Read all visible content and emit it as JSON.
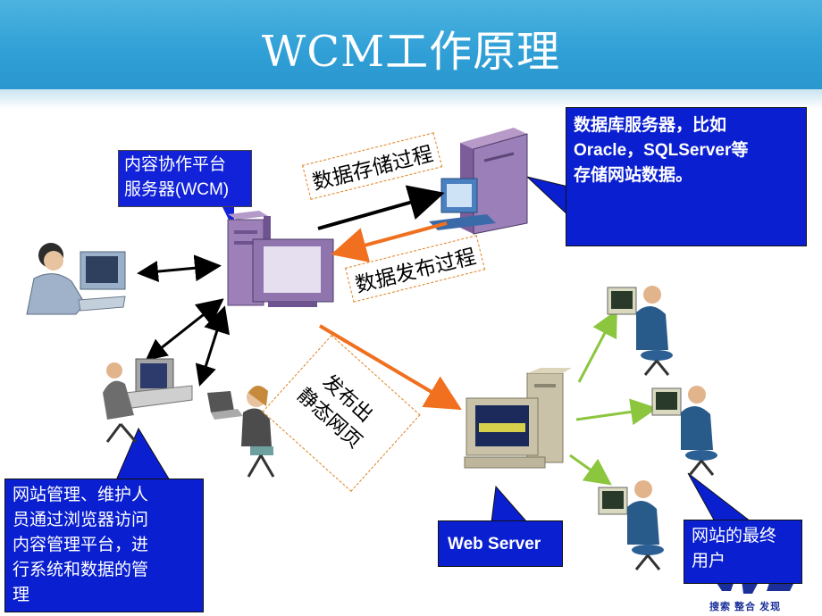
{
  "title": "WCM工作原理",
  "callouts": {
    "wcm_server": [
      "内容协作平台",
      "服务器(WCM)"
    ],
    "db_server": [
      "数据库服务器，比如",
      "Oracle，SQLServer等",
      "存储网站数据。"
    ],
    "admin": [
      "网站管理、维护人",
      "员通过浏览器访问",
      "内容管理平台，进",
      "行系统和数据的管",
      "理"
    ],
    "web_server": "Web Server",
    "end_users": [
      "网站的最终",
      "用户"
    ]
  },
  "arrow_labels": {
    "store": "数据存储过程",
    "publish": "数据发布过程",
    "static": [
      "发布出",
      "静态网页"
    ]
  },
  "logo": {
    "subtitle": "搜索 整合 发现"
  },
  "colors": {
    "header": "#2f9fd6",
    "callout": "#0a1fcf",
    "publish_arrow": "#f07020",
    "store_arrow": "#000000",
    "user_link": "#8cc63f"
  }
}
